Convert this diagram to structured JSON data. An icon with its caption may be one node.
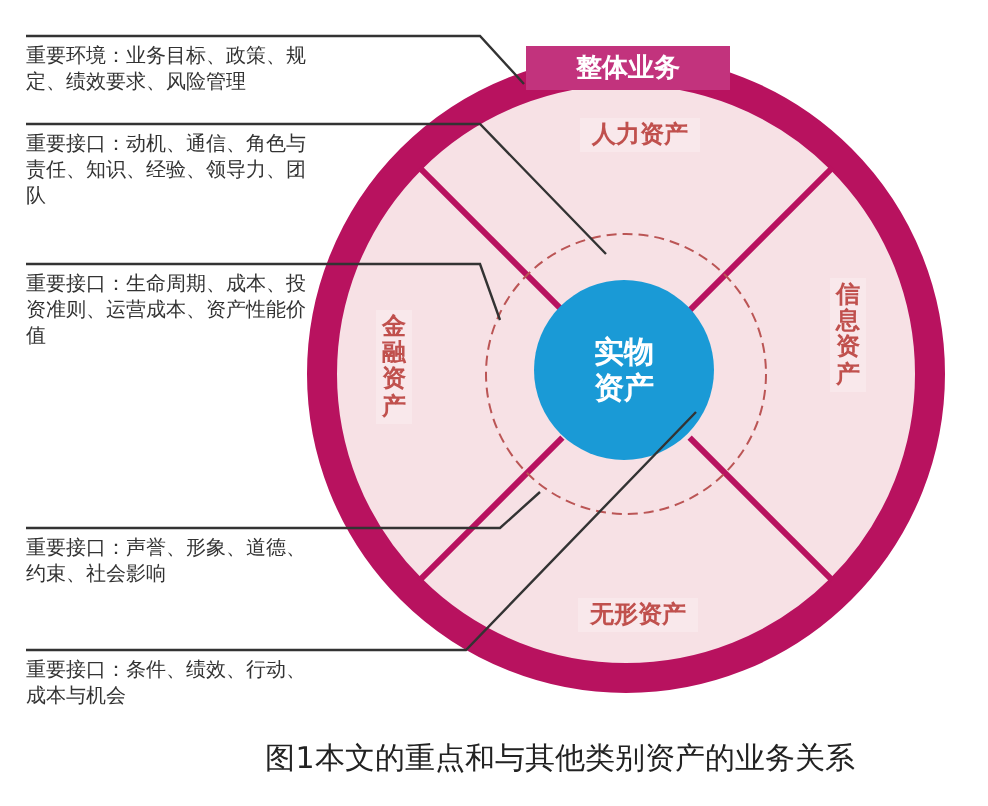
{
  "diagram": {
    "caption": "图1本文的重点和与其他类别资产的业务关系",
    "nodes": [
      {
        "text": [
          "整体业务"
        ]
      },
      {
        "text": [
          "人力资产"
        ],
        "in": 0
      },
      {
        "text": [
          "金融资产"
        ],
        "in": 0
      },
      {
        "text": [
          "信息资产"
        ],
        "in": 0
      },
      {
        "text": [
          "无形资产"
        ],
        "in": 0
      },
      {
        "text": [
          "实物资产"
        ],
        "in": 0
      },
      {
        "text": [
          "重要环境：业务目标、政策、规定、绩效要求、风险管理"
        ]
      },
      {
        "text": [
          "重要接口：动机、通信、角色与责任、知识、经验、领导力、团队"
        ]
      },
      {
        "text": [
          "重要接口：生命周期、成本、投资准则、运营成本、资产性能价值"
        ]
      },
      {
        "text": [
          "重要接口：声誉、形象、道德、约束、社会影响"
        ]
      },
      {
        "text": [
          "重要接口：条件、绩效、行动、成本与机会"
        ]
      }
    ],
    "edges": [
      {
        "from": 6,
        "to": 0,
        "arrow": "none"
      },
      {
        "from": 7,
        "to": null,
        "arrow": "none"
      },
      {
        "from": 8,
        "to": null,
        "arrow": "none"
      },
      {
        "from": 9,
        "to": null,
        "arrow": "none"
      },
      {
        "from": 10,
        "to": 5,
        "arrow": "none"
      }
    ]
  }
}
